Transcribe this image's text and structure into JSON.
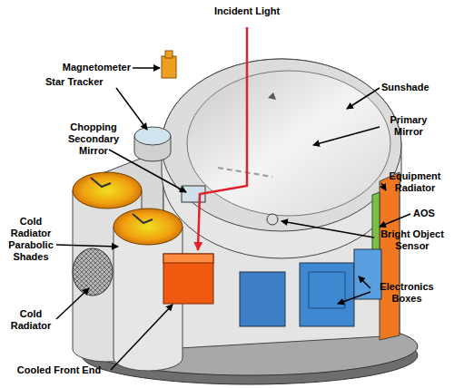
{
  "diagram": {
    "labels": [
      "Incident Light",
      "Magnetometer",
      "Star Tracker",
      "Sunshade",
      "Primary Mirror",
      "Chopping Secondary Mirror",
      "Equipment Radiator",
      "AOS",
      "Bright Object Sensor",
      "Electronics Boxes",
      "Cold Radiator Parabolic Shades",
      "Cold Radiator",
      "Cooled Front End"
    ]
  }
}
